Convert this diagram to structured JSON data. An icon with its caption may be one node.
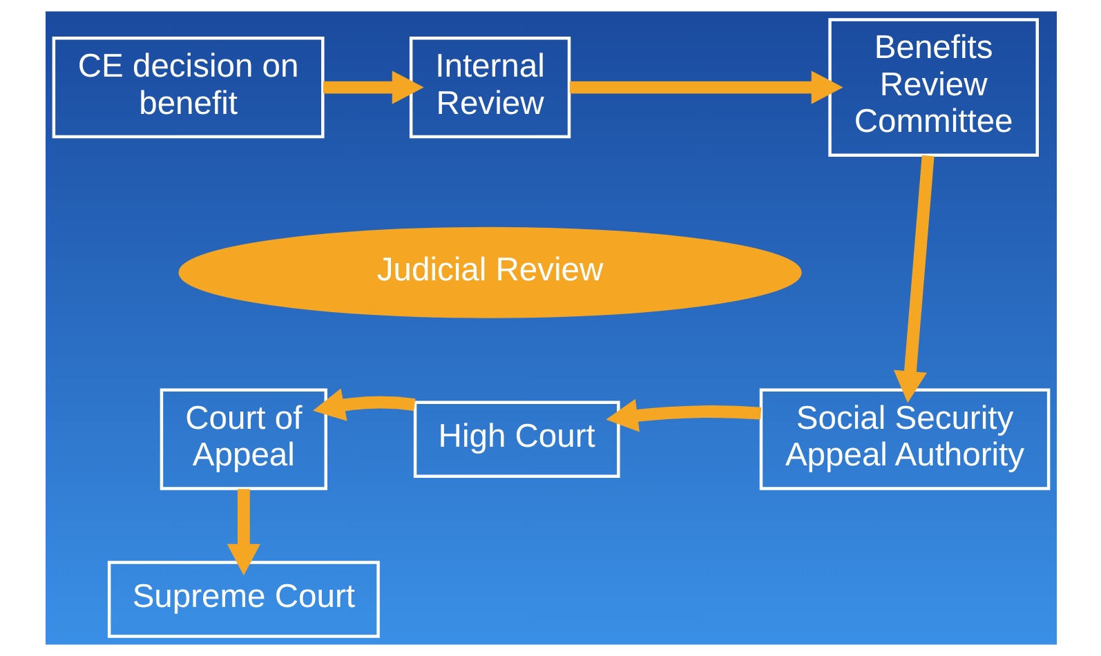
{
  "diagram": {
    "nodes": [
      {
        "text": [
          "CE decision on benefit"
        ]
      },
      {
        "text": [
          "Internal Review"
        ]
      },
      {
        "text": [
          "Benefits Review Committee"
        ]
      },
      {
        "text": [
          "Judicial Review"
        ]
      },
      {
        "text": [
          "Social Security Appeal Authority"
        ]
      },
      {
        "text": [
          "High Court"
        ]
      },
      {
        "text": [
          "Court of Appeal"
        ]
      },
      {
        "text": [
          "Supreme Court"
        ]
      }
    ],
    "edges": [
      {
        "from": 0,
        "to": 1,
        "arrow": "to"
      },
      {
        "from": 1,
        "to": 2,
        "arrow": "to"
      },
      {
        "from": 2,
        "to": 4,
        "arrow": "to"
      },
      {
        "from": 4,
        "to": 5,
        "arrow": "to"
      },
      {
        "from": 5,
        "to": 6,
        "arrow": "to"
      },
      {
        "from": 6,
        "to": 7,
        "arrow": "to"
      }
    ]
  }
}
